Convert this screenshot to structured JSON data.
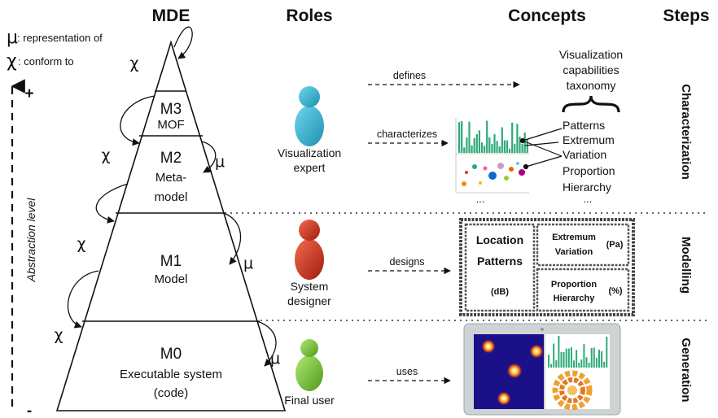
{
  "headers": {
    "mde": "MDE",
    "roles": "Roles",
    "concepts": "Concepts",
    "steps": "Steps"
  },
  "legend": {
    "mu_symbol": "μ",
    "mu_text": ": representation of",
    "chi_symbol": "χ",
    "chi_text": ": conform to"
  },
  "axis": {
    "label": "Abstraction level",
    "plus": "+",
    "minus": "-"
  },
  "levels": {
    "m3": {
      "title": "M3",
      "sub": "MOF"
    },
    "m2": {
      "title": "M2",
      "sub1": "Meta-",
      "sub2": "model"
    },
    "m1": {
      "title": "M1",
      "sub": "Model"
    },
    "m0": {
      "title": "M0",
      "sub1": "Executable system",
      "sub2": "(code)"
    }
  },
  "relations": {
    "chi": "χ",
    "mu": "μ"
  },
  "roles": {
    "visualization_expert": {
      "line1": "Visualization",
      "line2": "expert",
      "color": "#2fb5d4"
    },
    "system_designer": {
      "line1": "System",
      "line2": "designer",
      "color": "#e0321c"
    },
    "final_user": {
      "line1": "Final user",
      "color": "#7ec83a"
    }
  },
  "arrows": {
    "defines": "defines",
    "characterizes": "characterizes",
    "designs": "designs",
    "uses": "uses"
  },
  "taxonomy": {
    "line1": "Visualization",
    "line2": "capabilities",
    "line3": "taxonomy"
  },
  "patterns": [
    "Patterns",
    "Extremum",
    "Variation",
    "Proportion",
    "Hierarchy"
  ],
  "ellipsis": "...",
  "model_box": {
    "left_line1": "Location",
    "left_line2": "Patterns",
    "left_unit": "(dB)",
    "tr_line1": "Extremum",
    "tr_line2": "Variation",
    "tr_unit": "(Pa)",
    "br_line1": "Proportion",
    "br_line2": "Hierarchy",
    "br_unit": "(%)"
  },
  "steps": {
    "characterization": "Characterization",
    "modelling": "Modelling",
    "generation": "Generation"
  },
  "colors": {
    "bar_green": "#2eaa7a",
    "heatmap_bg": "#1a1088",
    "sunburst": "#f0a030"
  }
}
